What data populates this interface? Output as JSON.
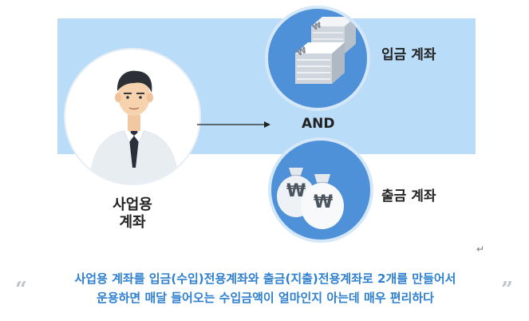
{
  "diagram": {
    "and_label": "AND",
    "deposit_label": "입금 계좌",
    "withdraw_label": "출금 계좌",
    "person_label_line1": "사업용",
    "person_label_line2": "계좌",
    "money_symbol": "₩",
    "return_symbol": "↵"
  },
  "caption": {
    "open_quote": "“",
    "close_quote": "”",
    "line1": "사업용 계좌를 입금(수입)전용계좌와 출금(지출)전용계좌로 2개를 만들어서",
    "line2": "운용하면 매달 들어오는 수입금액이 얼마인지 아는데 매우 편리하다"
  },
  "colors": {
    "band": "#b9dcf8",
    "circle_blue": "#4f91d9",
    "caption_text": "#2f7fcf"
  }
}
